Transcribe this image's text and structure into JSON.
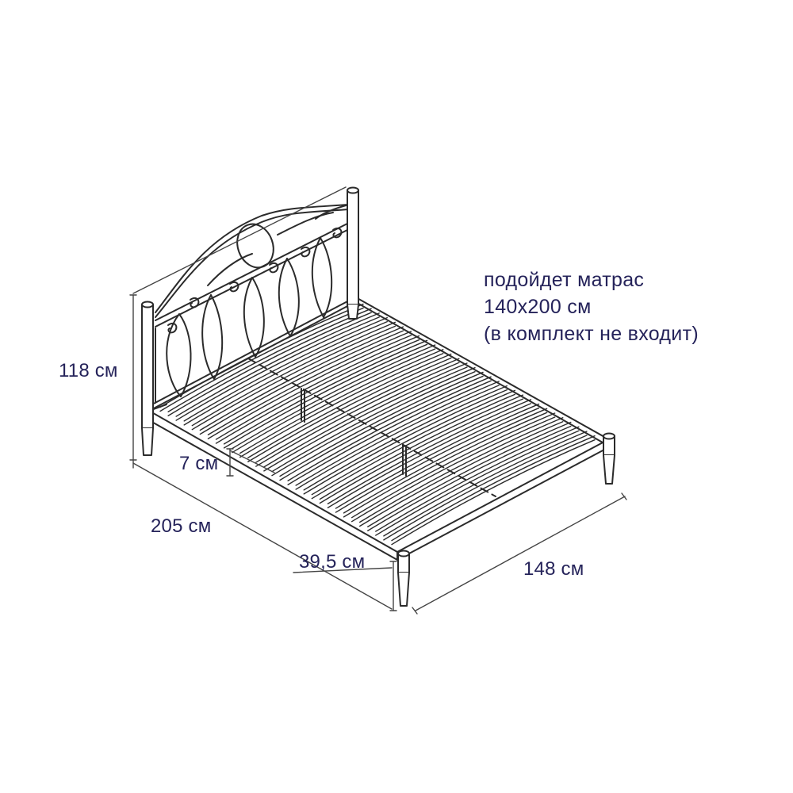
{
  "colors": {
    "line": "#2b2b2b",
    "dimension_line": "#444444",
    "label_text": "#25235a",
    "background": "#ffffff"
  },
  "dimensions": {
    "height": "118 см",
    "side_rail": "7 см",
    "length": "205 см",
    "leg_height": "39,5 см",
    "width": "148 см"
  },
  "note": {
    "line1": "подойдет матрас",
    "line2": "140x200 см",
    "line3": "(в комплект не входит)"
  }
}
